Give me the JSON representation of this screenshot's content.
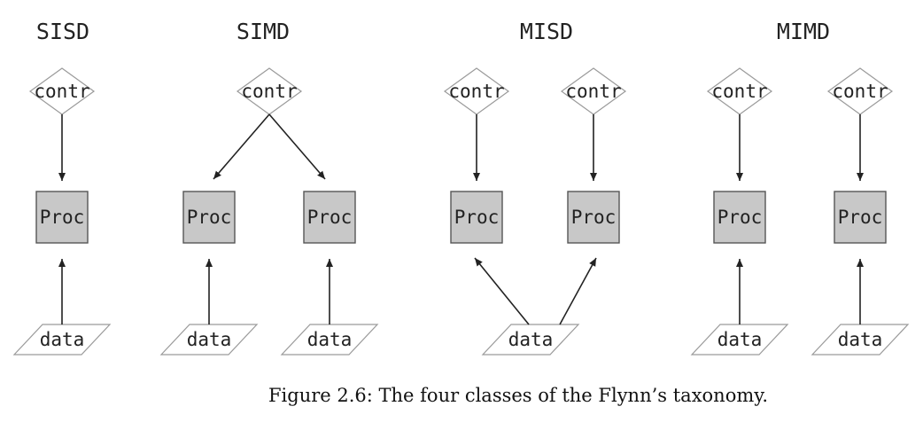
{
  "classes": [
    {
      "name": "SISD",
      "controls": [
        "contr"
      ],
      "processors": [
        "Proc"
      ],
      "data": [
        "data"
      ],
      "control_edges": [
        [
          0,
          0
        ]
      ],
      "data_edges": [
        [
          0,
          0
        ]
      ]
    },
    {
      "name": "SIMD",
      "controls": [
        "contr"
      ],
      "processors": [
        "Proc",
        "Proc"
      ],
      "data": [
        "data",
        "data"
      ],
      "control_edges": [
        [
          0,
          0
        ],
        [
          0,
          1
        ]
      ],
      "data_edges": [
        [
          0,
          0
        ],
        [
          1,
          1
        ]
      ]
    },
    {
      "name": "MISD",
      "controls": [
        "contr",
        "contr"
      ],
      "processors": [
        "Proc",
        "Proc"
      ],
      "data": [
        "data"
      ],
      "control_edges": [
        [
          0,
          0
        ],
        [
          1,
          1
        ]
      ],
      "data_edges": [
        [
          0,
          0
        ],
        [
          0,
          1
        ]
      ]
    },
    {
      "name": "MIMD",
      "controls": [
        "contr",
        "contr"
      ],
      "processors": [
        "Proc",
        "Proc"
      ],
      "data": [
        "data",
        "data"
      ],
      "control_edges": [
        [
          0,
          0
        ],
        [
          1,
          1
        ]
      ],
      "data_edges": [
        [
          0,
          0
        ],
        [
          1,
          1
        ]
      ]
    }
  ],
  "caption": "Figure 2.6: The four classes of the Flynn’s taxonomy."
}
